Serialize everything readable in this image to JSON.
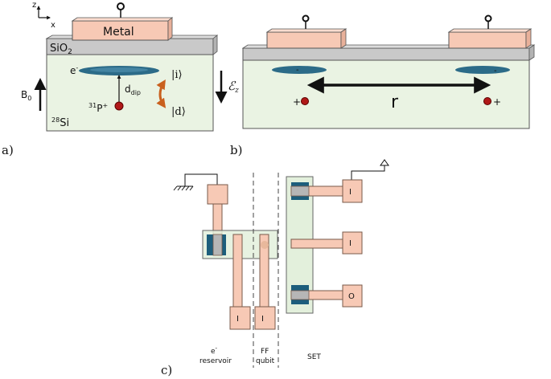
{
  "panel_a": {
    "caption": "a)",
    "axis_z": "z",
    "axis_x": "x",
    "metal": "Metal",
    "oxide_main": "SiO",
    "oxide_sub": "2",
    "field_main": "B",
    "field_sub": "0",
    "electron_main": "e",
    "electron_sup": "-",
    "dip_main": "d",
    "dip_sub": "dip",
    "phos_sup": "31",
    "phos_main": "P",
    "phos_charge": "+",
    "si_sup": "28",
    "si_main": "Si",
    "ket_i": "|i⟩",
    "ket_d": "|d⟩",
    "efield_main": "ℰ",
    "efield_sub": "z"
  },
  "panel_b": {
    "caption": "b)",
    "minus_left": "-",
    "minus_right": "-",
    "plus_left": "+",
    "plus_right": "+",
    "distance": "r"
  },
  "panel_c": {
    "caption": "c)",
    "gate_i_1": "I",
    "gate_i_2": "I",
    "gate_i_3": "I",
    "gate_i_4": "I",
    "gate_o": "O",
    "label_reservoir_sup": "e",
    "label_reservoir_charge": "-",
    "label_reservoir": "reservoir",
    "label_ff": "FF",
    "label_qubit": "qubit",
    "label_set": "SET"
  },
  "colors": {
    "metal": "#f7c9b5",
    "oxide": "#c9c9c9",
    "silicon": "#eaf3e3",
    "electron": "#2c6b88",
    "phosphorus": "#b01818",
    "arrow_orange": "#c9601e",
    "island": "#1d5e7c"
  }
}
